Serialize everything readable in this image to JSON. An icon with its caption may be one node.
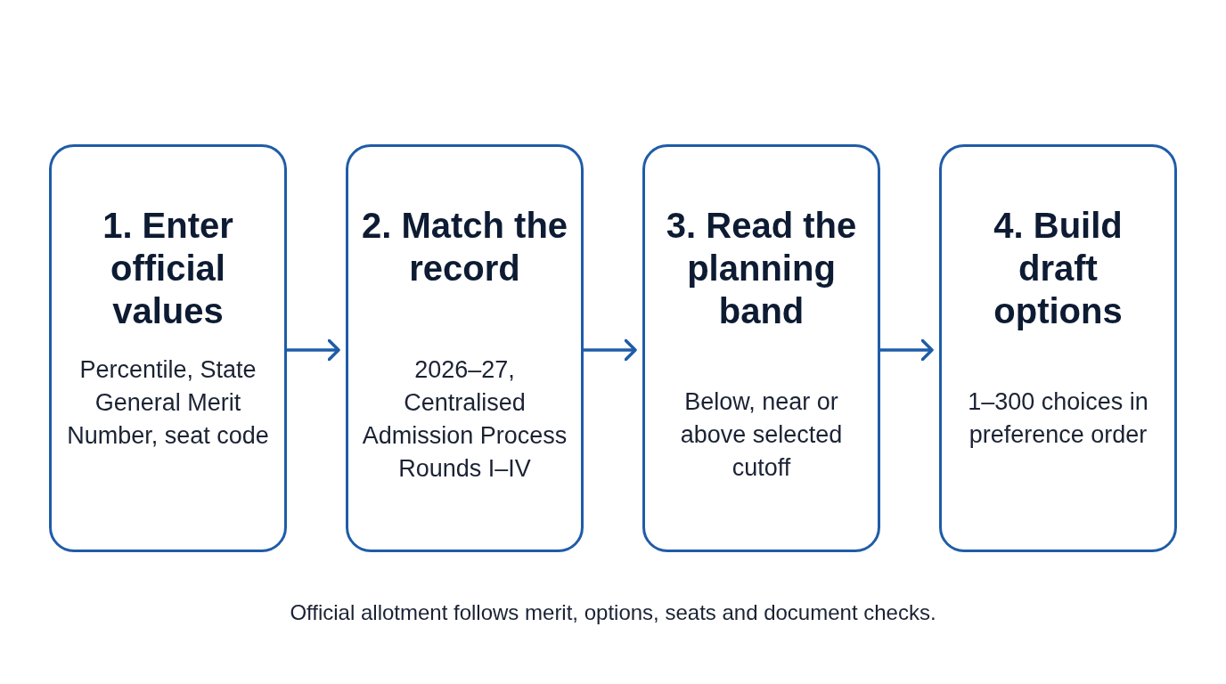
{
  "diagram": {
    "caption": "Official allotment follows merit, options, seats and document checks.",
    "nodes": [
      {
        "text": [
          "1. Enter official values",
          "Percentile, State General Merit Number, seat code"
        ]
      },
      {
        "text": [
          "2. Match the record",
          "2026–27, Centralised Admission Process Rounds I–IV"
        ]
      },
      {
        "text": [
          "3. Read the planning band",
          "Below, near or above selected cutoff"
        ]
      },
      {
        "text": [
          "4. Build draft options",
          "1–300 choices in preference order"
        ]
      }
    ],
    "edges": [
      {
        "from": 0,
        "to": 1,
        "arrow": "to"
      },
      {
        "from": 1,
        "to": 2,
        "arrow": "to"
      },
      {
        "from": 2,
        "to": 3,
        "arrow": "to"
      }
    ]
  }
}
